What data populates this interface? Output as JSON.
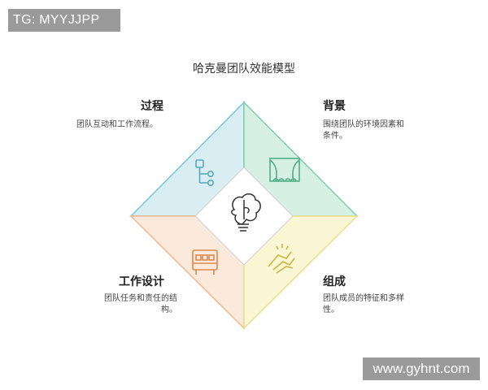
{
  "watermarks": {
    "top_left": "TG: MYYJJPP",
    "bottom_right": "www.gyhnt.com"
  },
  "diagram": {
    "title": "哈克曼团队效能模型",
    "quadrants": {
      "process": {
        "title": "过程",
        "desc_lines": [
          "团队互动和工作流程。"
        ],
        "color": "#d8eef3",
        "icon": "flowchart-icon"
      },
      "context": {
        "title": "背景",
        "desc_lines": [
          "围绕团队的环境因素和",
          "条件。"
        ],
        "color": "#d6f0e4",
        "icon": "stage-icon"
      },
      "design": {
        "title": "工作设计",
        "desc_lines": [
          "团队任务和责任的结",
          "构。"
        ],
        "color": "#fbe9dc",
        "icon": "conveyor-icon"
      },
      "composition": {
        "title": "组成",
        "desc_lines": [
          "团队成员的特征和多样",
          "性。"
        ],
        "color": "#fbf6d4",
        "icon": "clasped-hands-icon"
      }
    },
    "center_icon": "brain-puzzle-icon",
    "colors": {
      "process_stroke": "#7cc6d6",
      "context_stroke": "#7fd0a8",
      "design_stroke": "#f0b890",
      "composition_stroke": "#e9df8a",
      "icon_stroke": "#5aa9b8"
    }
  }
}
